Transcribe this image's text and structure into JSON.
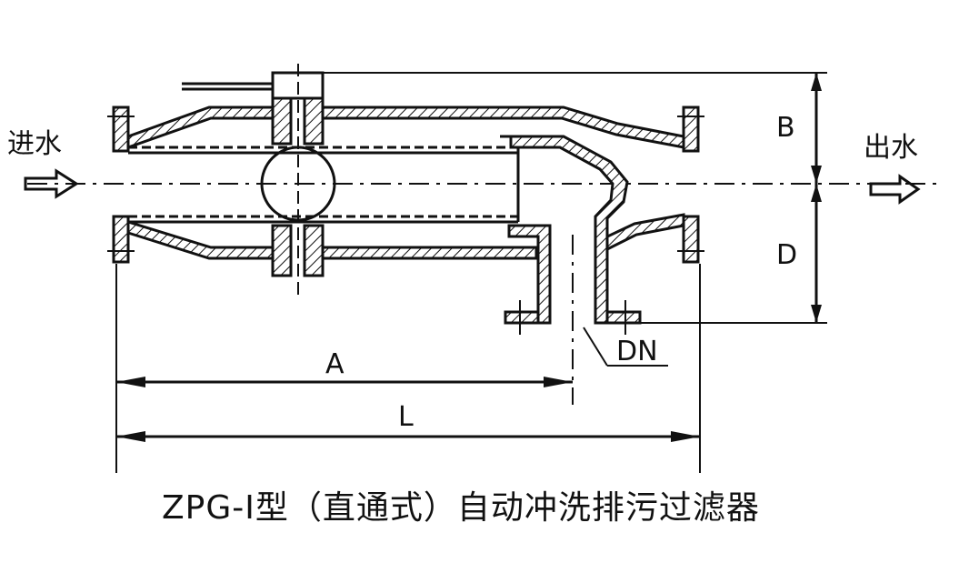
{
  "labels": {
    "inlet": "进水",
    "outlet": "出水",
    "dim_a": "A",
    "dim_b": "B",
    "dim_d": "D",
    "dim_l": "L",
    "dim_dn": "DN"
  },
  "caption": "ZPG-Ⅰ型（直通式）自动冲洗排污过滤器"
}
